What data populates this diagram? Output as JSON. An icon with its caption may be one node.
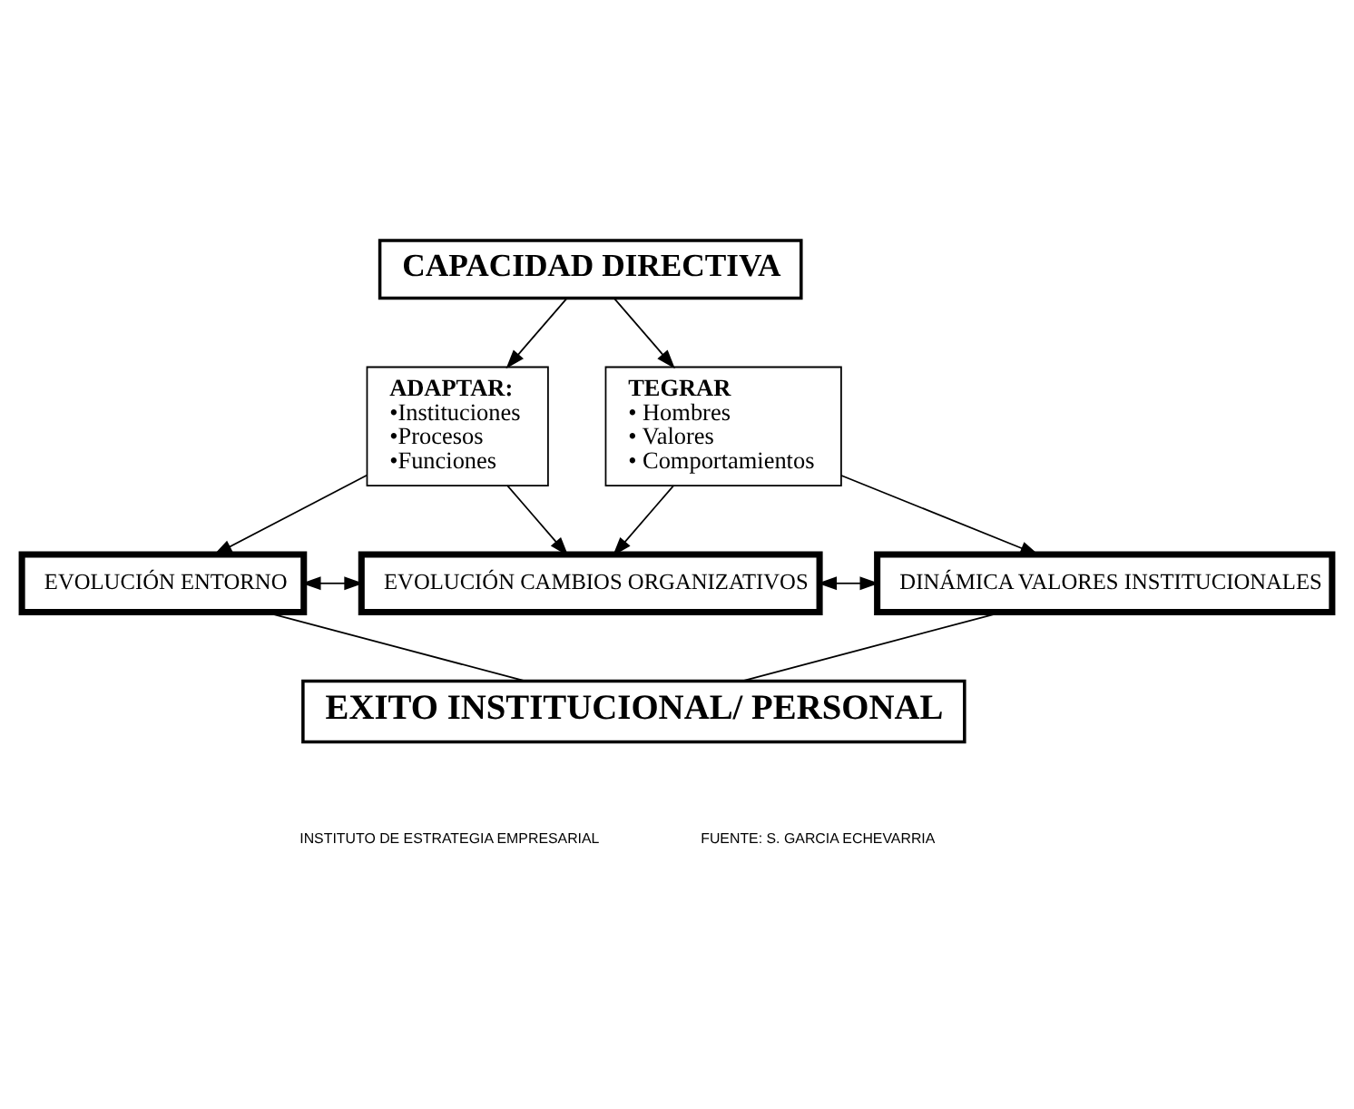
{
  "diagram": {
    "nodes": [
      {
        "text": [
          "CAPACIDAD DIRECTIVA"
        ]
      },
      {
        "text": [
          "ADAPTAR:",
          "•Instituciones",
          "•Procesos",
          "•Funciones"
        ]
      },
      {
        "text": [
          "TEGRAR",
          "• Hombres",
          "• Valores",
          "• Comportamientos"
        ]
      },
      {
        "text": [
          "EVOLUCIÓN ENTORNO"
        ]
      },
      {
        "text": [
          "EVOLUCIÓN CAMBIOS ORGANIZATIVOS"
        ]
      },
      {
        "text": [
          "DINÁMICA VALORES INSTITUCIONALES"
        ]
      },
      {
        "text": [
          "EXITO INSTITUCIONAL/ PERSONAL"
        ]
      }
    ],
    "edges": [
      {
        "from": 0,
        "to": 1,
        "arrow": "to"
      },
      {
        "from": 0,
        "to": 2,
        "arrow": "to"
      },
      {
        "from": 1,
        "to": 3,
        "arrow": "to"
      },
      {
        "from": 1,
        "to": 4,
        "arrow": "to"
      },
      {
        "from": 2,
        "to": 4,
        "arrow": "to"
      },
      {
        "from": 2,
        "to": 5,
        "arrow": "to"
      },
      {
        "from": 3,
        "to": 4,
        "arrow": "both"
      },
      {
        "from": 4,
        "to": 5,
        "arrow": "both"
      },
      {
        "from": 3,
        "to": 6,
        "arrow": "none"
      },
      {
        "from": 5,
        "to": 6,
        "arrow": "none"
      }
    ],
    "labels": [
      "INSTITUTO DE ESTRATEGIA EMPRESARIAL",
      "FUENTE: S. GARCIA ECHEVARRIA"
    ]
  }
}
